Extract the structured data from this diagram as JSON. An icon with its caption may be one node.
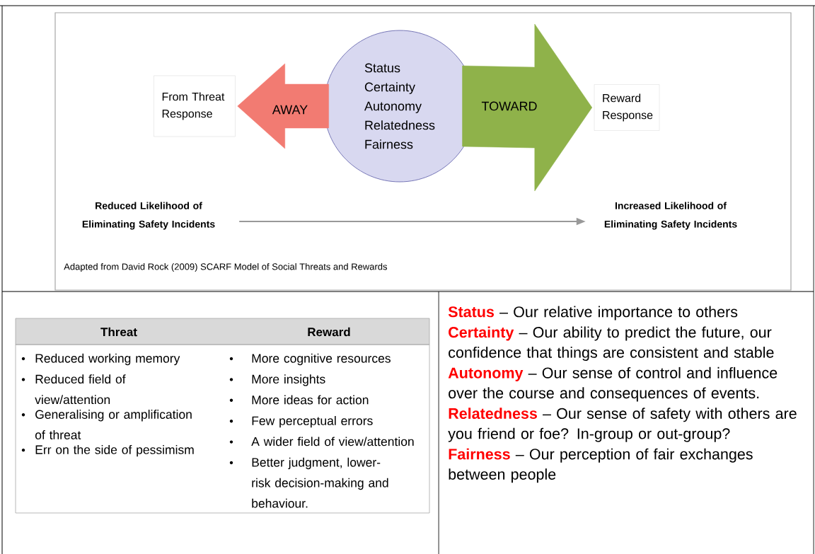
{
  "diagram": {
    "nodes": [
      {
        "text": [
          "From Threat Response"
        ]
      },
      {
        "text": [
          "Status",
          "Certainty",
          "Autonomy",
          "Relatedness",
          "Fairness"
        ]
      },
      {
        "text": [
          "Reward Response"
        ]
      },
      {
        "text": [
          "Reduced Likelihood of Eliminating Safety Incidents"
        ]
      },
      {
        "text": [
          "Increased Likelihood of Eliminating Safety Incidents"
        ]
      }
    ],
    "edges": [
      {
        "from": 3,
        "to": 4,
        "arrow": "to"
      },
      {
        "from": 1,
        "to": 0,
        "arrow": "to",
        "label": "AWAY",
        "style": "thick",
        "color": "#f27b72"
      },
      {
        "from": 1,
        "to": 2,
        "arrow": "to",
        "label": "TOWARD",
        "style": "thick",
        "color": "#8fb24a"
      }
    ],
    "labels": [
      "Adapted from David Rock (2009) SCARF Model of Social Threats and Rewards",
      "Threat",
      "Reward",
      "Reduced working memory",
      "Reduced field of view/attention",
      "Generalising or amplification of threat",
      "Err on the side of pessimism",
      "More cognitive resources",
      "More insights",
      "More ideas for action",
      "Few perceptual errors",
      "A wider field of view/attention",
      "Better judgment, lower-risk decision-making and behaviour.",
      "**Status** – Our relative importance to others",
      "**Certainty** – Our ability to predict the future, our confidence that things are consistent and stable",
      "**Autonomy** – Our sense of control and influence over the course and consequences of events.",
      "**Relatedness** – Our sense of safety with others are you friend or foe? In-group or out-group?",
      "**Fairness** – Our perception of fair exchanges between people"
    ]
  }
}
